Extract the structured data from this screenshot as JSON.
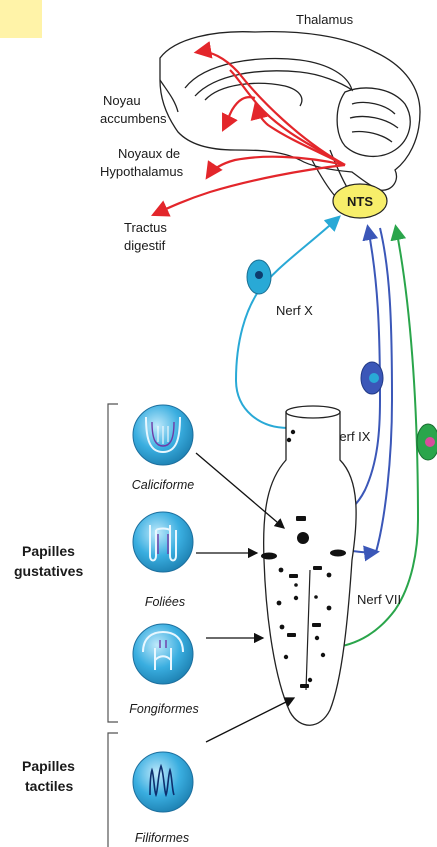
{
  "brain": {
    "thalamus": "Thalamus",
    "noyau_accumbens_line1": "Noyau",
    "noyau_accumbens_line2": "accumbens",
    "hypothalamus_line1": "Noyaux de",
    "hypothalamus_line2": "Hypothalamus",
    "tractus_line1": "Tractus",
    "tractus_line2": "digestif",
    "nts": "NTS"
  },
  "nerves": {
    "nerf_x": "Nerf X",
    "nerf_ix": "Nerf IX",
    "nerf_vii": "Nerf VII"
  },
  "papillae": {
    "gustatives_line1": "Papilles",
    "gustatives_line2": "gustatives",
    "tactiles_line1": "Papilles",
    "tactiles_line2": "tactiles",
    "caliciforme": "Caliciforme",
    "foliees": "Foliées",
    "fongiformes": "Fongiformes",
    "filiformes": "Filiformes"
  },
  "colors": {
    "red_pathway": "#e3262b",
    "nerve_x": "#29a9d6",
    "nerve_ix": "#3b57b8",
    "nerve_vii": "#2aa54b",
    "nts_fill": "#f7ee6a",
    "papilla_fill": "#3aaee0",
    "corner_highlight": "#fff3a8"
  }
}
